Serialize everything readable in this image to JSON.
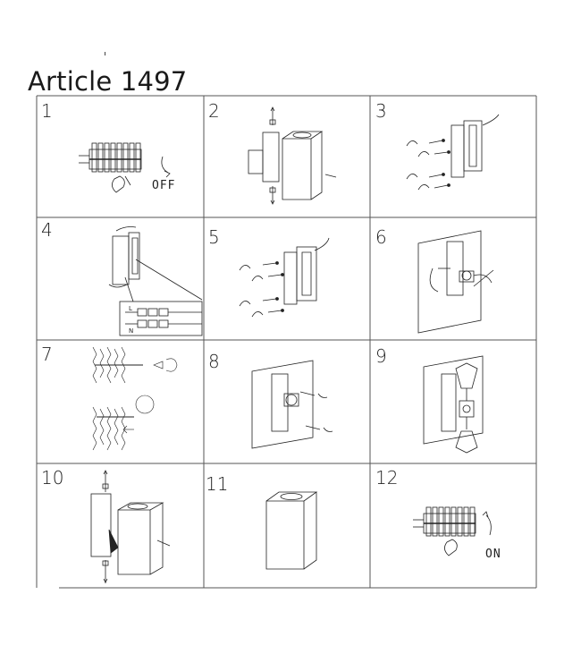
{
  "document": {
    "title": "Article 1497"
  },
  "steps": [
    {
      "number": "1",
      "label": "OFF"
    },
    {
      "number": "2"
    },
    {
      "number": "3"
    },
    {
      "number": "4",
      "wire_labels": [
        "L",
        "N"
      ]
    },
    {
      "number": "5"
    },
    {
      "number": "6"
    },
    {
      "number": "7"
    },
    {
      "number": "8"
    },
    {
      "number": "9"
    },
    {
      "number": "10"
    },
    {
      "number": "11"
    },
    {
      "number": "12",
      "label": "ON"
    }
  ]
}
